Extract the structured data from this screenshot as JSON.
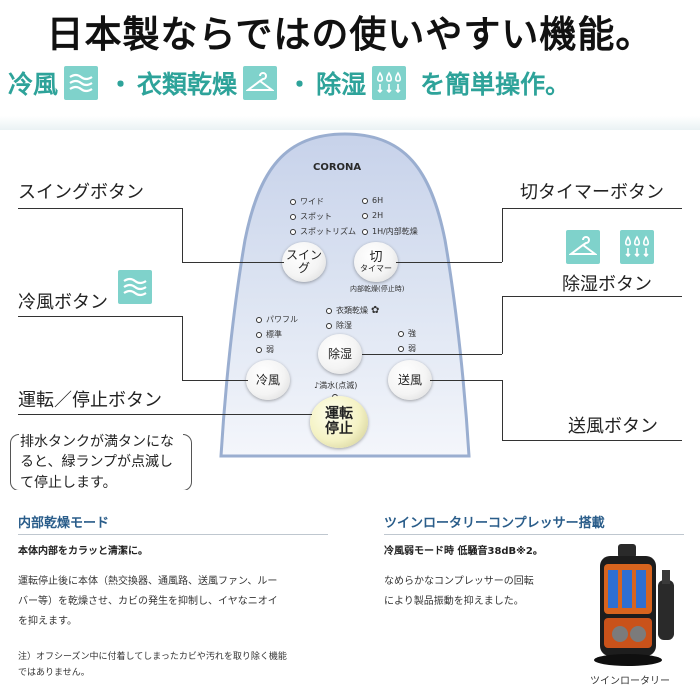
{
  "headline": "日本製ならではの使いやすい機能。",
  "features": {
    "cool": "冷風",
    "dot1": "・",
    "dry": "衣類乾燥",
    "dot2": "・",
    "dehum": "除湿",
    "tail": "を簡単操作。"
  },
  "remote": {
    "brand": "CORONA",
    "swing_opts": [
      "ワイド",
      "スポット",
      "スポットリズム"
    ],
    "timer_opts": [
      "6H",
      "2H",
      "1H/内部乾燥"
    ],
    "swing_btn": "スイング",
    "timer_btn_1": "切",
    "timer_btn_2": "タイマー",
    "internal_dry": "内部乾燥(停止時)",
    "mode_opts": [
      "衣類乾燥",
      "除湿"
    ],
    "cool_opts": [
      "パワフル",
      "標準",
      "弱"
    ],
    "dehum_opts": [
      "強",
      "弱"
    ],
    "dehum_btn": "除湿",
    "cool_btn": "冷風",
    "fan_btn": "送風",
    "full_water": "♪満水(点滅)",
    "power_btn_1": "運転",
    "power_btn_2": "停止"
  },
  "labels": {
    "swing": "スイングボタン",
    "timer": "切タイマーボタン",
    "cool": "冷風ボタン",
    "dehum": "除湿ボタン",
    "power": "運転／停止ボタン",
    "fan": "送風ボタン"
  },
  "note": "排水タンクが満タンになると、緑ランプが点滅して停止します。",
  "section_left": {
    "title": "内部乾燥モード",
    "lead": "本体内部をカラッと清潔に。",
    "body_1": "運転停止後に本体（熱交換器、通風路、送風ファン、ルー",
    "body_2": "バー等）を乾燥させ、カビの発生を抑制し、イヤなニオイ",
    "body_3": "を抑えます。",
    "footnote_1": "注）オフシーズン中に付着してしまったカビや汚れを取り除く機能",
    "footnote_2": "ではありません。"
  },
  "section_right": {
    "title": "ツインロータリーコンプレッサー搭載",
    "lead": "冷風弱モード時 低騒音38dB※2。",
    "body_1": "なめらかなコンプレッサーの回転",
    "body_2": "により製品振動を抑えました。",
    "caption": "ツインロータリー"
  },
  "colors": {
    "teal": "#2ea39a",
    "icon_bg": "#7fd2cb",
    "title_blue": "#2a5d8a"
  }
}
